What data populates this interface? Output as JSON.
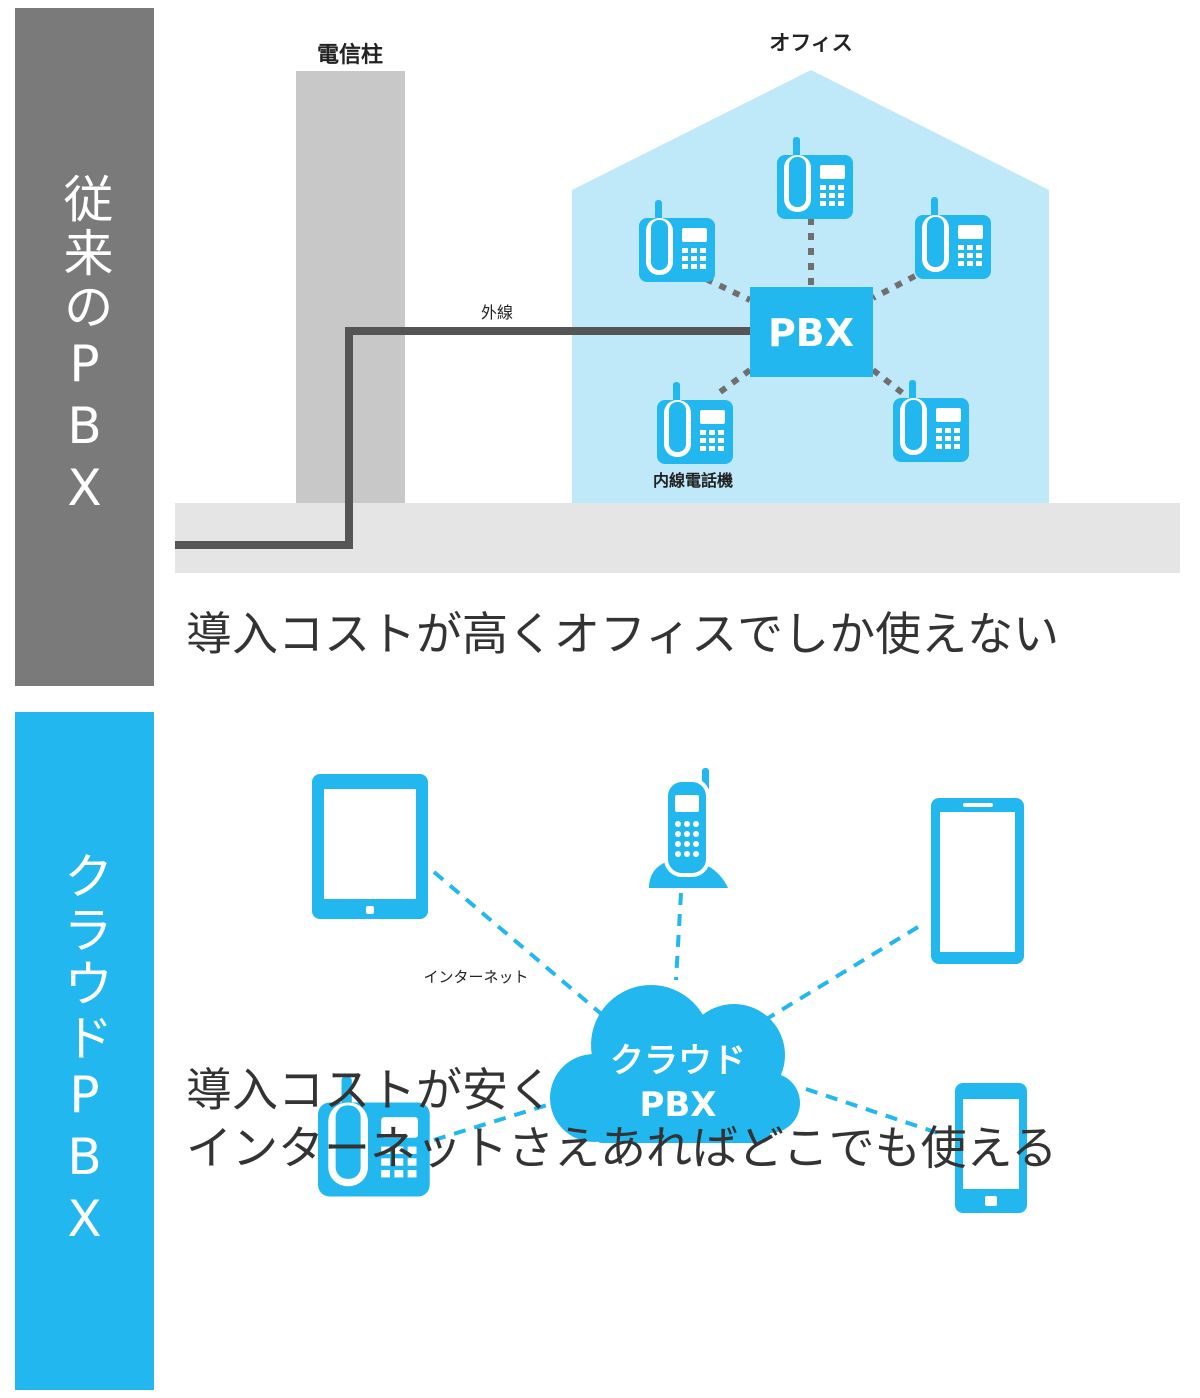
{
  "legacy": {
    "side_label": "従来のPBX",
    "pole_label": "電信柱",
    "office_label": "オフィス",
    "line_label": "外線",
    "pbx_label": "PBX",
    "extension_label": "内線電話機",
    "caption": "導入コストが高くオフィスでしか使えない"
  },
  "cloud": {
    "side_label": "クラウドPBX",
    "cloud_label_line1": "クラウド",
    "cloud_label_line2": "PBX",
    "internet_label": "インターネット",
    "caption_line1": "導入コストが安く",
    "caption_line2": "インターネットさえあればどこでも使える"
  },
  "colors": {
    "gray_side": "#7a7a7a",
    "blue_side": "#22b7ee",
    "office_fill": "#bfe9f9",
    "pbx_blue": "#22b7ee",
    "pole_gray": "#c8c8c8",
    "ground_gray": "#e5e5e5",
    "line_dark": "#555555",
    "dot_gray": "#6f6f6f",
    "caption_text": "#333333"
  },
  "icons": [
    "desk-phone-icon",
    "tablet-icon",
    "cordless-phone-icon",
    "smartphone-icon",
    "cloud-icon"
  ]
}
